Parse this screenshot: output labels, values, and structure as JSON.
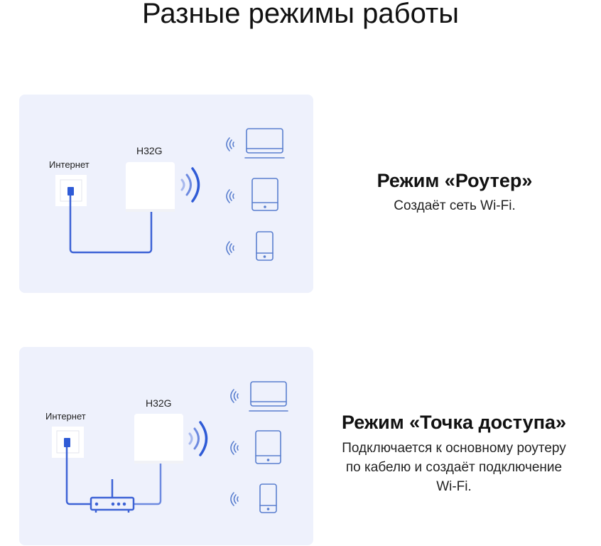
{
  "title": "Разные режимы работы",
  "modes": [
    {
      "diagram": {
        "internet_label": "Интернет",
        "device_label": "H32G"
      },
      "heading": "Режим «Роутер»",
      "description": "Создаёт сеть Wi-Fi."
    },
    {
      "diagram": {
        "internet_label": "Интернет",
        "device_label": "H32G"
      },
      "heading": "Режим «Точка доступа»",
      "description": "Подключается к основному роутеру по кабелю и создаёт подключение Wi-Fi."
    }
  ],
  "colors": {
    "accent": "#2f5bd6",
    "icon": "#5a7fcf",
    "panel": "#eef1fc"
  }
}
